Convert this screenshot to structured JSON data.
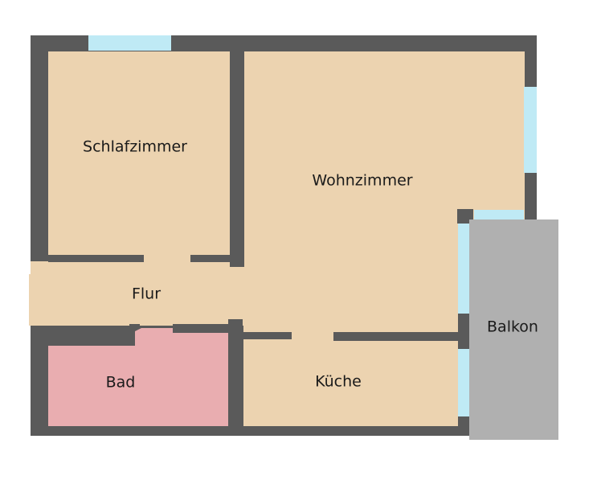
{
  "colors": {
    "wall": "#5a5a5a",
    "floor": "#ecd3b0",
    "bathroom": "#e9adb0",
    "window": "#bfeaf5",
    "balcony": "#b0b0b0"
  },
  "rooms": {
    "schlafzimmer": "Schlafzimmer",
    "wohnzimmer": "Wohnzimmer",
    "flur": "Flur",
    "bad": "Bad",
    "kueche": "Küche",
    "balkon": "Balkon"
  }
}
